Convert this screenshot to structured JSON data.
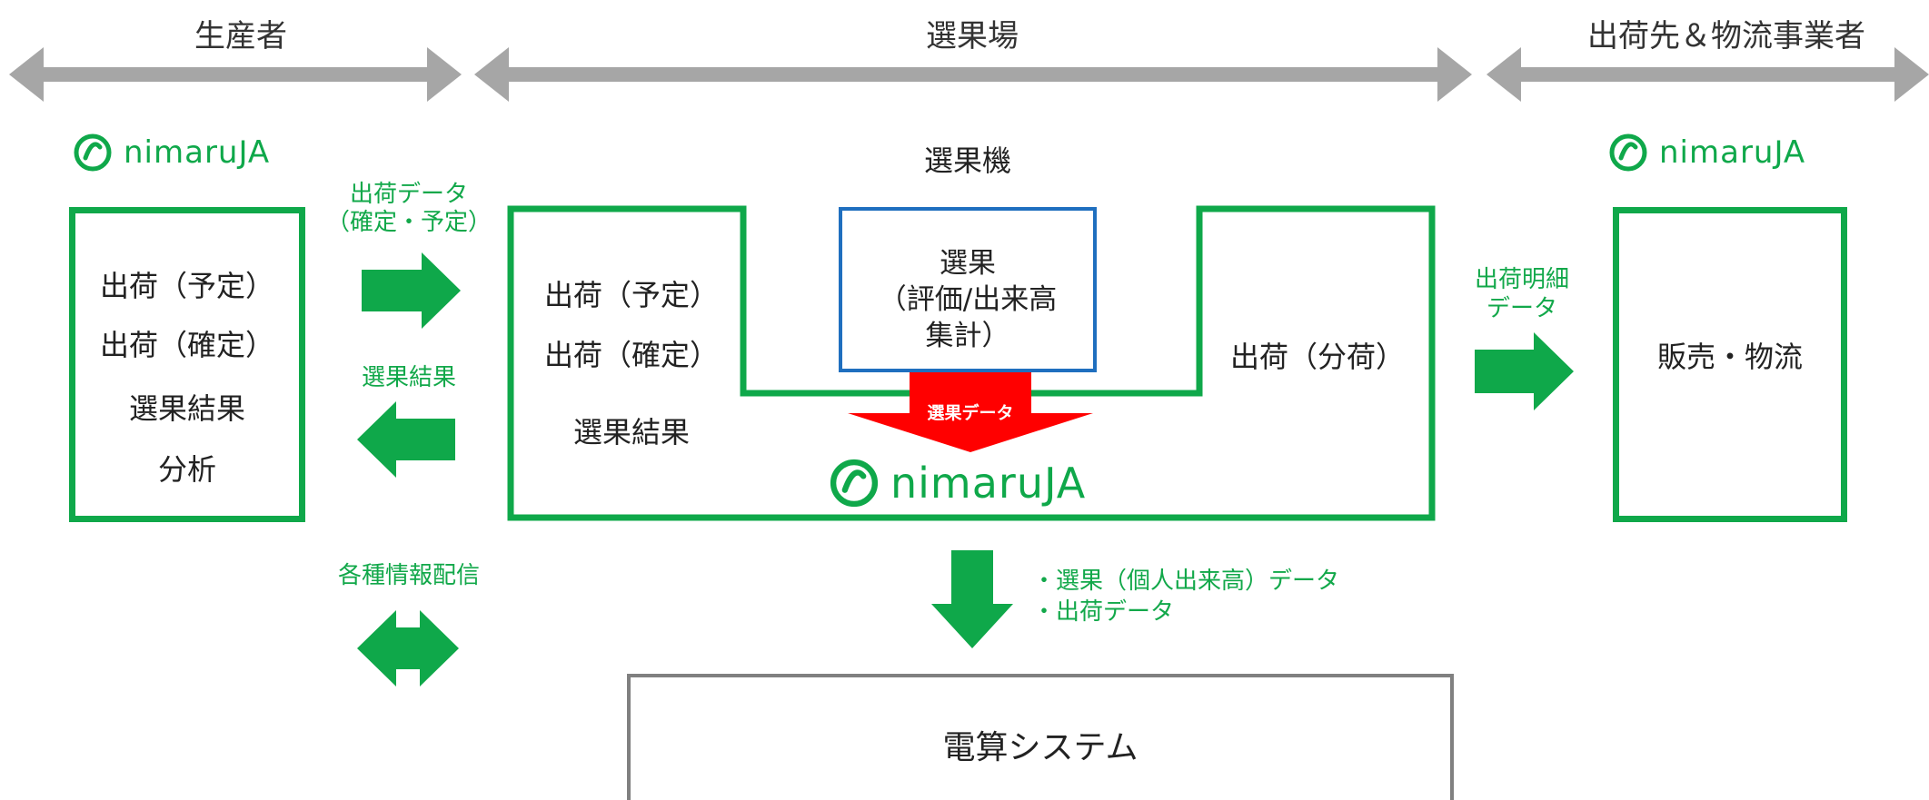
{
  "headers": {
    "producer": "生産者",
    "sorting_site": "選果場",
    "shipping": "出荷先＆物流事業者"
  },
  "logo_text": "nimaruJA",
  "producer_box": {
    "items": [
      "出荷（予定）",
      "出荷（確定）",
      "選果結果",
      "分析"
    ]
  },
  "arrow_labels": {
    "shipping_data_line1": "出荷データ",
    "shipping_data_line2": "（確定・予定）",
    "sorting_result": "選果結果",
    "info_delivery": "各種情報配信",
    "detail_line1": "出荷明細",
    "detail_line2": "データ",
    "sorting_data": "選果データ",
    "down_line1": "・選果（個人出来高）データ",
    "down_line2": "・出荷データ"
  },
  "machine_title": "選果機",
  "site_box": {
    "left_items": [
      "出荷（予定）",
      "出荷（確定）",
      "選果結果"
    ],
    "center_lines": [
      "選果",
      "（評価/出来高",
      "集計）"
    ],
    "right_item": "出荷（分荷）"
  },
  "sales_box": {
    "label": "販売・物流"
  },
  "computer_system": {
    "label": "電算システム"
  },
  "colors": {
    "green": "#0fa84a",
    "gray_arrow": "#a6a6a6",
    "red": "#ff0000",
    "blue": "#1f6fbf"
  }
}
